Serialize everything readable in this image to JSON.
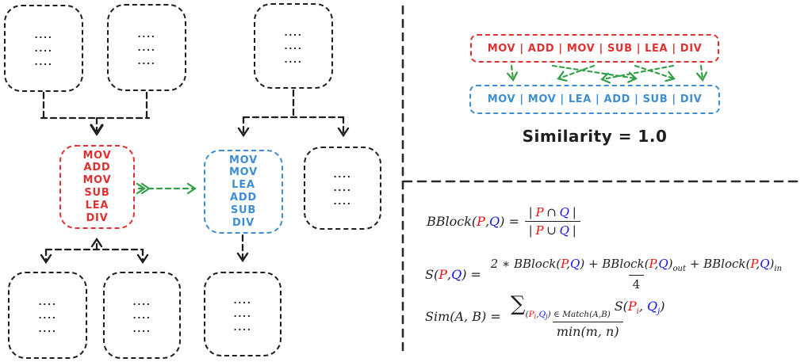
{
  "colors": {
    "diagram_red": "#e03131",
    "diagram_blue": "#3d8ed2",
    "diagram_green": "#2f9e44",
    "ink": "#1e1e1e",
    "math_red": "#ee1111",
    "math_blue": "#1111ee"
  },
  "left_graph": {
    "dots_row": "....",
    "red_block_instructions": [
      "MOV",
      "ADD",
      "MOV",
      "SUB",
      "LEA",
      "DIV"
    ],
    "blue_block_instructions": [
      "MOV",
      "MOV",
      "LEA",
      "ADD",
      "SUB",
      "DIV"
    ]
  },
  "right_panel": {
    "red_sequence": "MOV | ADD | MOV | SUB | LEA | DIV",
    "blue_sequence": "MOV | MOV | LEA | ADD | SUB | DIV",
    "similarity_label": "Similarity = 1.0",
    "formulas": {
      "f1_fn": "BBlock(",
      "f1_p": "P",
      "f1_comma": ",",
      "f1_q": "Q",
      "f1_close": ") =",
      "f1_num_l": "|",
      "f1_num_p": "P",
      "f1_num_op": "∩",
      "f1_num_q": "Q",
      "f1_num_r": "|",
      "f1_den_l": "|",
      "f1_den_p": "P",
      "f1_den_op": "∪",
      "f1_den_q": "Q",
      "f1_den_r": "|",
      "f2_fn": "S(",
      "f2_p": "P",
      "f2_comma": ",",
      "f2_q": "Q",
      "f2_close": ") =",
      "f2_n_t1": "2 ∗ BBlock(",
      "f2_n_p1": "P",
      "f2_n_c1": ",",
      "f2_n_q1": "Q",
      "f2_n_t2": ") + BBlock(",
      "f2_n_p2": "P",
      "f2_n_c2": ",",
      "f2_n_q2": "Q",
      "f2_n_t3": ")",
      "f2_n_sub1": "out",
      "f2_n_t4": " + BBlock(",
      "f2_n_p3": "P",
      "f2_n_c3": ",",
      "f2_n_q3": "Q",
      "f2_n_t5": ")",
      "f2_n_sub2": "in",
      "f2_den": "4",
      "f3_lhs": "Sim(A, B) =",
      "f3_sum": "∑",
      "f3_ss_open": "(",
      "f3_ss_p": "P",
      "f3_ss_pi": "i",
      "f3_ss_c": ",",
      "f3_ss_q": "Q",
      "f3_ss_qj": "j",
      "f3_ss_rest": ") ∈ Match(A,B)",
      "f3_s1": "S(",
      "f3_p": "P",
      "f3_pi": "i",
      "f3_c": ", ",
      "f3_q": "Q",
      "f3_qj": "j",
      "f3_close": ")",
      "f3_den": "min(m, n)"
    }
  }
}
